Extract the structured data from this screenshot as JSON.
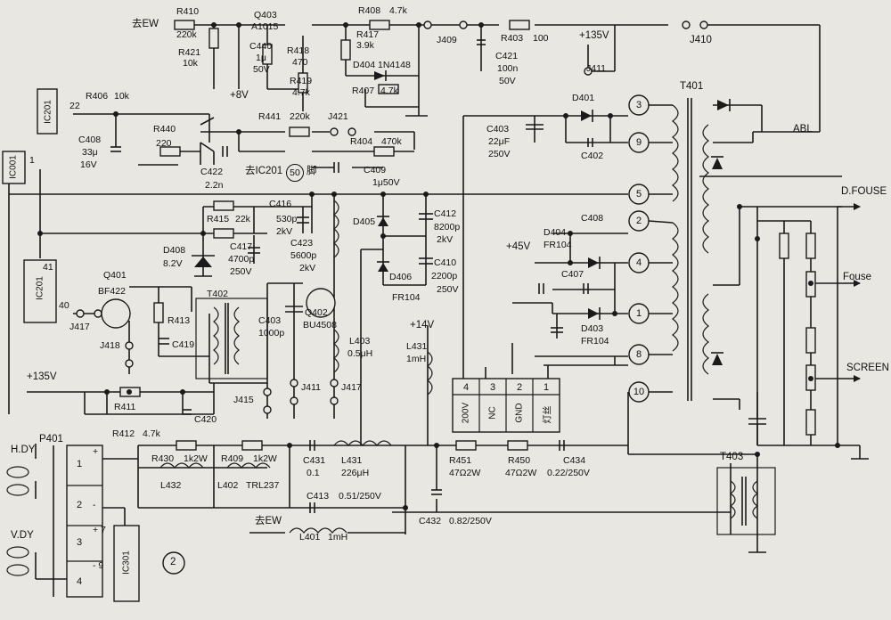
{
  "labels": {
    "to_ew_top": "去EW",
    "r410": "R410",
    "r410_val": "220k",
    "r421": "R421",
    "r421_val": "10k",
    "q403": "Q403",
    "q403_type": "A1015",
    "c440": "C440",
    "c440_val": "1μ",
    "c440_v": "50V",
    "r418": "R418",
    "r418_val": "470",
    "r419": "R419",
    "r419_val": "4.7k",
    "r408": "R408",
    "r408_val": "4.7k",
    "r417": "R417",
    "r417_val": "3.9k",
    "d404_top": "D404",
    "d404_type": "1N4148",
    "r407": "R407",
    "r407_val": "4.7k",
    "plus8v": "+8V",
    "j409": "J409",
    "c421": "C421",
    "c421_val": "100n",
    "c421_v": "50V",
    "r403": "R403",
    "r403_val": "100",
    "plus135_top": "+135V",
    "j411_top": "J411",
    "j410": "J410",
    "ic201_top": "IC201",
    "pin22": "22",
    "r406": "R406",
    "r406_val": "10k",
    "c408_left": "C408",
    "c408_left_val": "33μ",
    "c408_left_v": "16V",
    "r440": "R440",
    "r440_val": "220",
    "c422": "C422",
    "c422_val": "2.2n",
    "r441": "R441",
    "r441_val": "220k",
    "j421": "J421",
    "r404": "R404",
    "r404_val": "470k",
    "to_ic201_50": "去IC201",
    "pin50": "50",
    "jiao": "脚",
    "c409": "C409",
    "c409_val": "1μ50V",
    "ic001": "IC001",
    "pin1": "1",
    "c403_top": "C403",
    "c403_top_val": "22μF",
    "c403_top_v": "250V",
    "d401": "D401",
    "c402": "C402",
    "t401": "T401",
    "abl": "ABL",
    "d_fouse": "D.FOUSE",
    "fouse": "Fouse",
    "screen": "SCREEN",
    "c416": "C416",
    "c416_val": "530p",
    "c416_v": "2kV",
    "r415": "R415",
    "r415_val": "22k",
    "c417": "C417",
    "c417_val": "4700p",
    "c417_v": "250V",
    "c423": "C423",
    "c423_val": "5600p",
    "c423_v": "2kV",
    "d408": "D408",
    "d408_val": "8.2V",
    "d405": "D405",
    "c412": "C412",
    "c412_val": "8200p",
    "c412_v": "2kV",
    "d406": "D406",
    "d406_type": "FR104",
    "c410": "C410",
    "c410_val": "2200p",
    "c410_v": "250V",
    "d404_mid": "D404",
    "d404_mid_type": "FR104",
    "c408_mid": "C408",
    "plus45v": "+45V",
    "c407": "C407",
    "d403": "D403",
    "d403_type": "FR104",
    "ic201_mid": "IC201",
    "pin41": "41",
    "pin40": "40",
    "q401": "Q401",
    "q401_type": "BF422",
    "t402": "T402",
    "r413": "R413",
    "c419": "C419",
    "j417_left": "J417",
    "j418": "J418",
    "c403_mid": "C403",
    "c403_mid_val": "1000p",
    "q402": "Q402",
    "q402_type": "BU4508",
    "l403": "L403",
    "l403_val": "0.5μH",
    "plus14v": "+14V",
    "l431_mid": "L431",
    "l431_mid_val": "1mH",
    "plus135_left": "+135V",
    "r411": "R411",
    "c420": "C420",
    "j415": "J415",
    "j411_mid": "J411",
    "j417_mid": "J417",
    "r412": "R412",
    "r412_val": "4.7k",
    "box_pins": [
      "4",
      "3",
      "2",
      "1"
    ],
    "box_texts": [
      "200V",
      "NC",
      "GND",
      "灯丝"
    ],
    "t_pins": [
      "3",
      "9",
      "5",
      "2",
      "4",
      "1",
      "8",
      "10"
    ],
    "hdy": "H.DY",
    "vdy": "V.DY",
    "p401": "P401",
    "p401_pins": [
      "1",
      "2",
      "3",
      "4"
    ],
    "p401_signs": [
      "+",
      "-",
      "+ 7",
      "- 9"
    ],
    "ic301": "IC301",
    "r430": "R430",
    "r430_val": "1k2W",
    "r409": "R409",
    "r409_val": "1k2W",
    "c431": "C431",
    "c431_val": "0.1",
    "l431_bot": "L431",
    "l431_bot_val": "226μH",
    "l432": "L432",
    "l402": "L402",
    "l402_type": "TRL237",
    "c413": "C413",
    "c413_val": "0.51/250V",
    "to_ew_bot": "去EW",
    "l401": "L401",
    "l401_val": "1mH",
    "r451": "R451",
    "r451_val": "47Ω2W",
    "r450": "R450",
    "r450_val": "47Ω2W",
    "c434": "C434",
    "c434_val": "0.22/250V",
    "c432": "C432",
    "c432_val": "0.82/250V",
    "t403": "T403",
    "fig_num": "2"
  }
}
